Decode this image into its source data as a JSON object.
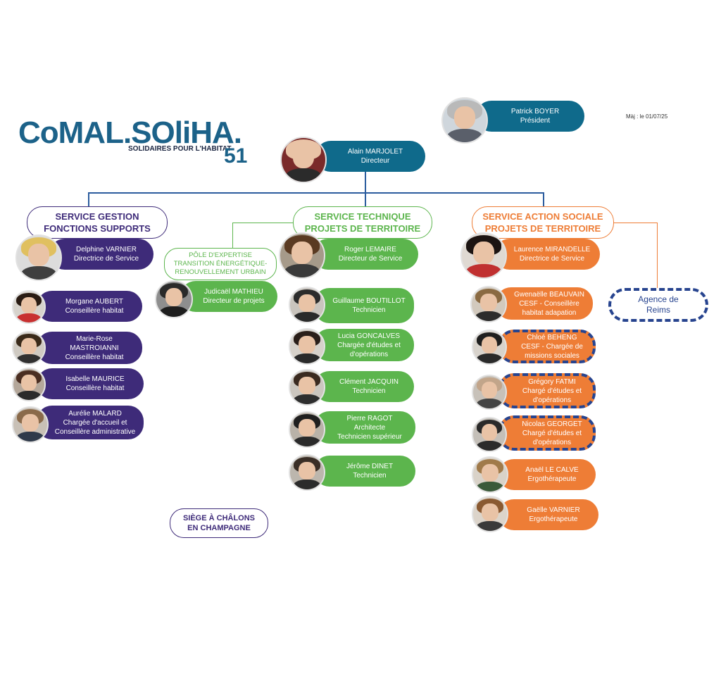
{
  "update_note": "Màj : le 01/07/25",
  "logo": {
    "main": "CoMAL.SOliHA.",
    "tagline": "SOLIDAIRES POUR L'HABITAT",
    "number": "51"
  },
  "president": {
    "name": "Patrick BOYER",
    "role": "Président"
  },
  "director": {
    "name": "Alain MARJOLET",
    "role": "Directeur"
  },
  "headers": {
    "gestion": [
      "SERVICE GESTION",
      "FONCTIONS SUPPORTS"
    ],
    "technique": [
      "SERVICE TECHNIQUE",
      "PROJETS DE TERRITOIRE"
    ],
    "sociale": [
      "SERVICE ACTION SOCIALE",
      "PROJETS DE TERRITOIRE"
    ],
    "pole": [
      "PÔLE D'EXPERTISE",
      "TRANSITION ÉNERGÉTIQUE-",
      "RENOUVELLEMENT URBAIN"
    ]
  },
  "gestion_people": [
    [
      "Delphine VARNIER",
      "Directrice de Service"
    ],
    [
      "Morgane AUBERT",
      "Conseillère habitat"
    ],
    [
      "Marie-Rose",
      "MASTROIANNI",
      "Conseillère habitat"
    ],
    [
      "Isabelle MAURICE",
      "Conseillère habitat"
    ],
    [
      "Aurélie MALARD",
      "Chargée d'accueil et",
      "Conseillère administrative"
    ]
  ],
  "pole_people": [
    [
      "Judicaël MATHIEU",
      "Directeur de projets"
    ]
  ],
  "technique_people": [
    [
      "Roger LEMAIRE",
      "Directeur de Service"
    ],
    [
      "Guillaume BOUTILLOT",
      "Technicien"
    ],
    [
      "Lucia GONCALVES",
      "Chargée d'études et",
      "d'opérations"
    ],
    [
      "Clément JACQUIN",
      "Technicien"
    ],
    [
      "Pierre RAGOT",
      "Architecte",
      "Technicien supérieur"
    ],
    [
      "Jérôme DINET",
      "Technicien"
    ]
  ],
  "sociale_people": [
    [
      "Laurence MIRANDELLE",
      "Directrice de Service"
    ],
    [
      "Gwenaëlle BEAUVAIN",
      "CESF - Conseillère",
      "habitat adapation"
    ],
    [
      "Chloé BEHENG",
      "CESF - Chargée de",
      "missions sociales"
    ],
    [
      "Grégory FATMI",
      "Chargé d'études et",
      "d'opérations"
    ],
    [
      "Nicolas GEORGET",
      "Chargé d'études et",
      "d'opérations"
    ],
    [
      "Anaël LE CALVE",
      "Ergothérapeute"
    ],
    [
      "Gaëlle VARNIER",
      "Ergothérapeute"
    ]
  ],
  "agence": [
    "Agence de",
    "Reims"
  ],
  "siege": [
    "SIÈGE À CHÂLONS",
    "EN CHAMPAGNE"
  ],
  "colors": {
    "blue": "#0f6a8b",
    "purple": "#3e2b79",
    "green": "#5cb54d",
    "orange": "#ee7d36",
    "dashed": "#27448f"
  }
}
